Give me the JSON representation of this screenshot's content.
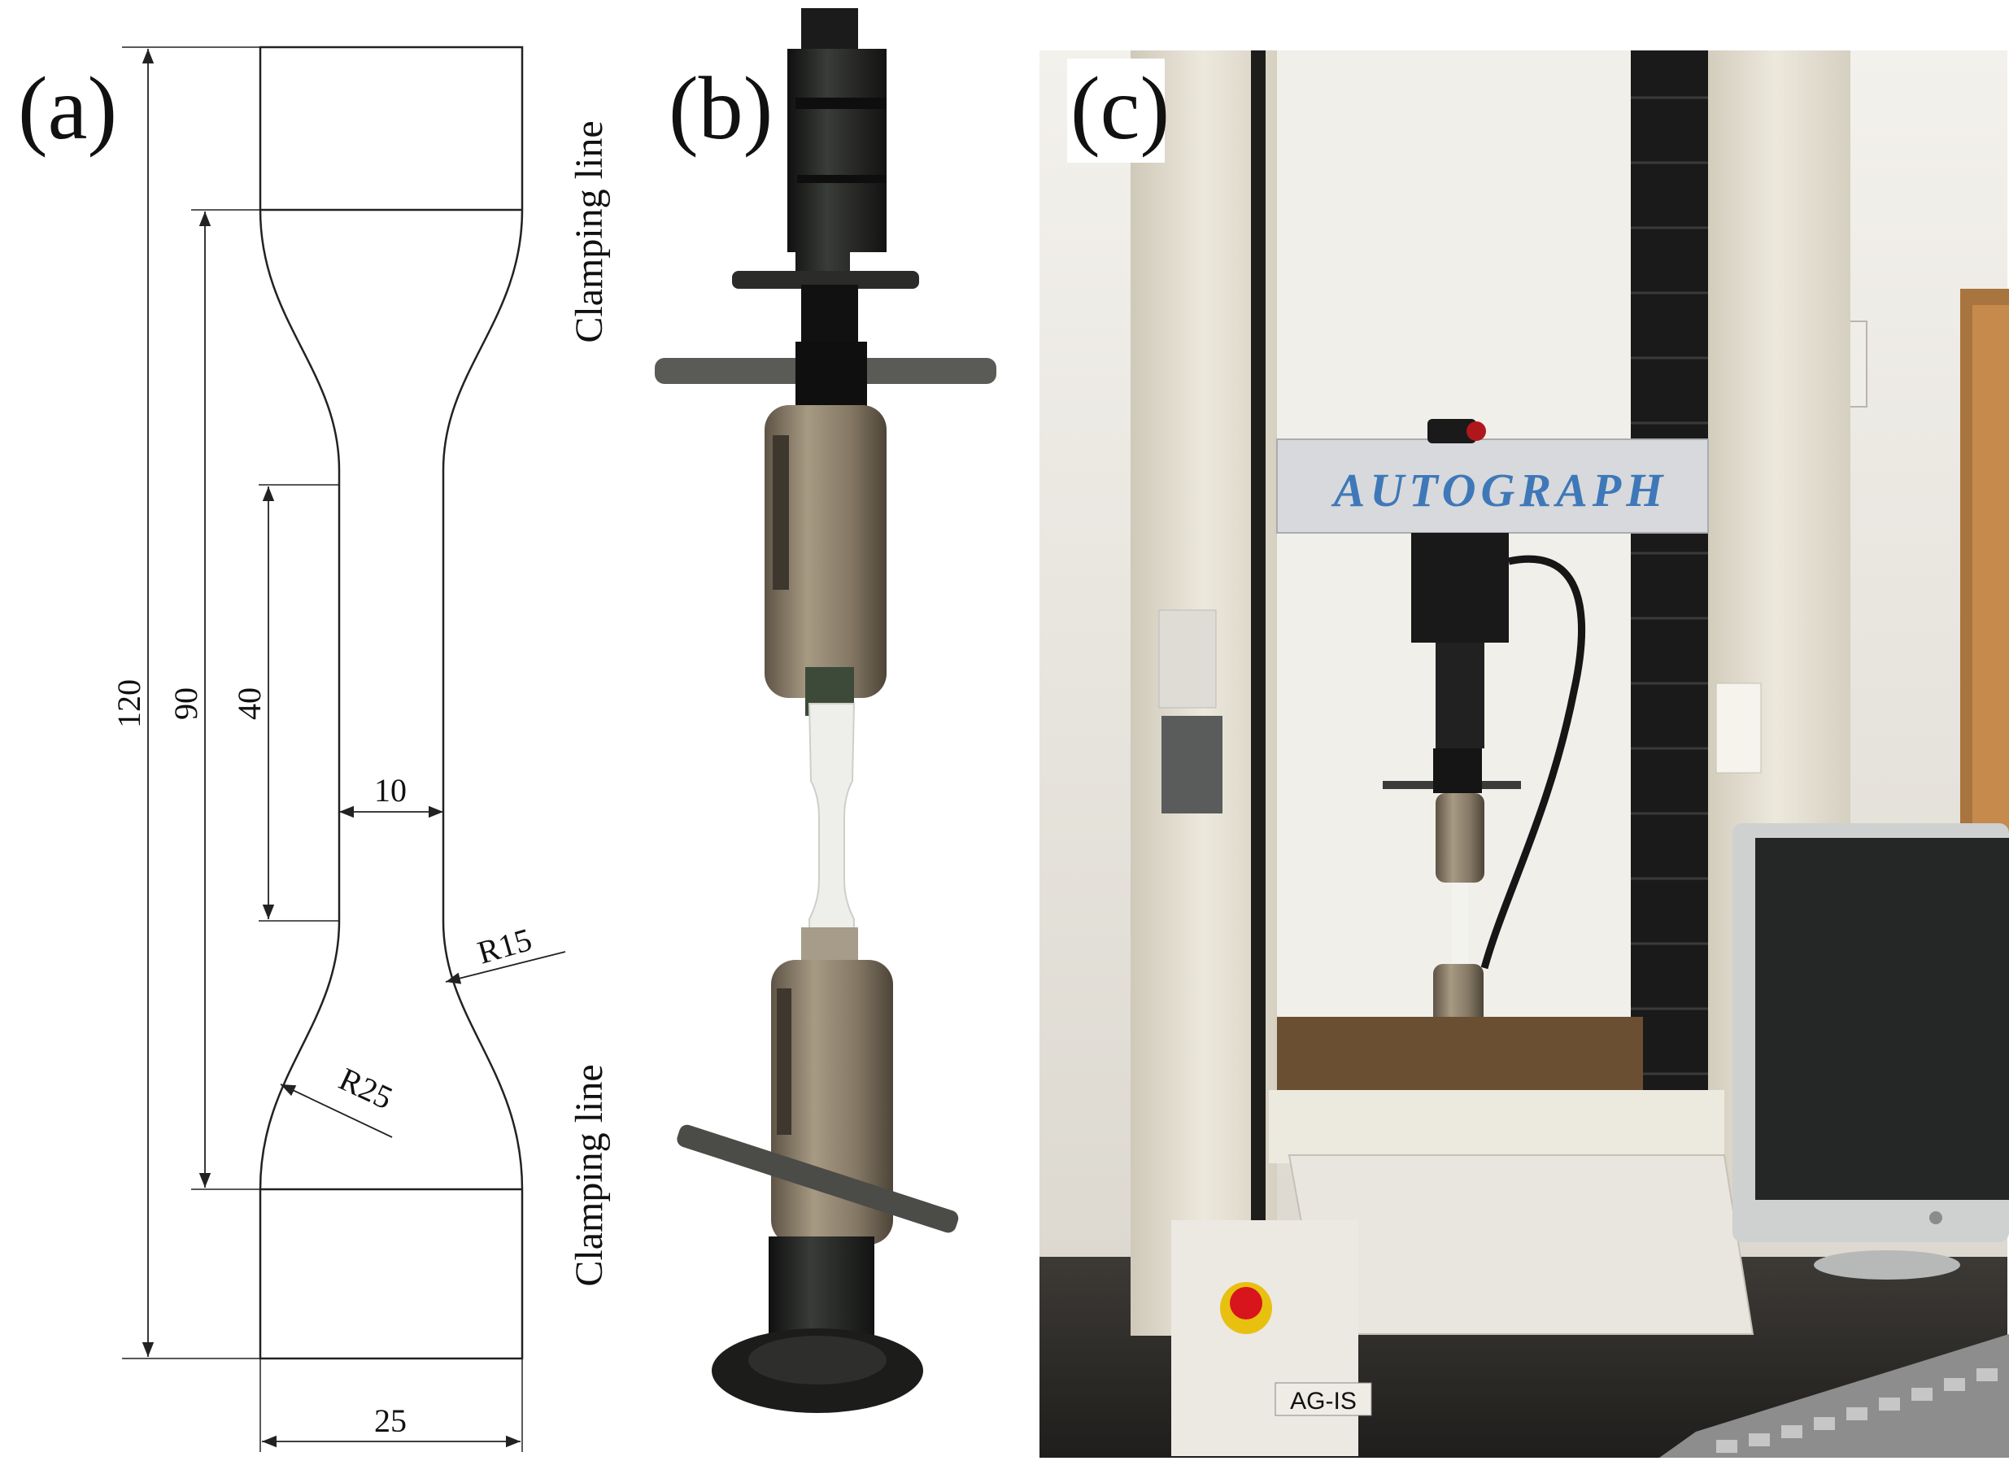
{
  "panels": {
    "a": {
      "label": "(a)",
      "dimensions": {
        "total_length": "120",
        "grip_span": "90",
        "gauge_length": "40",
        "gauge_width": "10",
        "overall_width": "25",
        "radius_small": "R15",
        "radius_large": "R25"
      },
      "clamping_label": "Clamping line"
    },
    "b": {
      "label": "(b)"
    },
    "c": {
      "label": "(c)",
      "machine_brand": "AUTOGRAPH",
      "model": "AG-IS"
    }
  },
  "colors": {
    "line": "#222222",
    "grip_dark": "#1c1d1c",
    "grip_bronze": "#8a7c66",
    "frame_cream": "#e8e3d6",
    "wall": "#efece6",
    "brand_blue": "#3e78b8",
    "estop_red": "#d8141c"
  }
}
